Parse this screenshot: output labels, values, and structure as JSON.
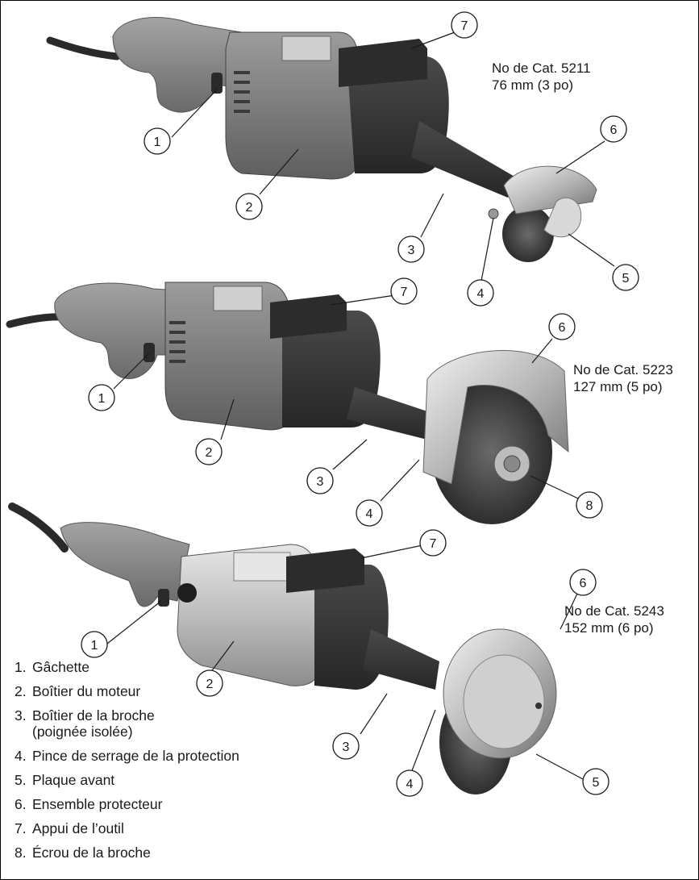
{
  "figures": [
    {
      "cat_line1": "No de Cat. 5211",
      "cat_line2": "76 mm (3 po)"
    },
    {
      "cat_line1": "No de Cat. 5223",
      "cat_line2": "127 mm (5 po)"
    },
    {
      "cat_line1": "No de Cat. 5243",
      "cat_line2": "152 mm (6 po)"
    }
  ],
  "callouts": [
    "1",
    "2",
    "3",
    "4",
    "5",
    "6",
    "7",
    "8"
  ],
  "legend": [
    {
      "num": "1.",
      "text": "Gâchette"
    },
    {
      "num": "2.",
      "text": "Boîtier du moteur"
    },
    {
      "num": "3.",
      "text": "Boîtier de la broche",
      "text2": "(poignée isolée)"
    },
    {
      "num": "4.",
      "text": "Pince de serrage de la protection"
    },
    {
      "num": "5.",
      "text": "Plaque avant"
    },
    {
      "num": "6.",
      "text": "Ensemble protecteur"
    },
    {
      "num": "7.",
      "text": "Appui de l’outil"
    },
    {
      "num": "8.",
      "text": "Écrou de la broche"
    }
  ]
}
